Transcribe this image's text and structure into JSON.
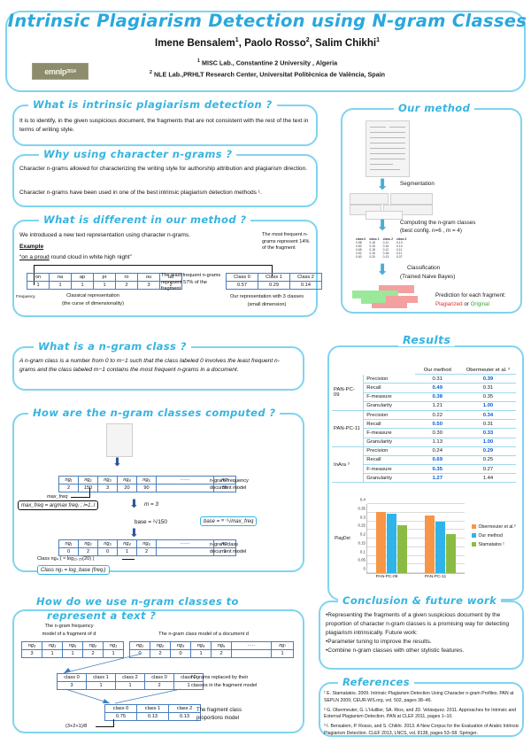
{
  "header": {
    "title": "Intrinsic Plagiarism Detection using N-gram Classes",
    "authors": "Imene Bensalem¹, Paolo Rosso², Salim Chikhi¹",
    "affiliation1": "¹ MISC Lab., Constantine 2 University , Algeria",
    "affiliation2": "² NLE Lab.,PRHLT Research Center, Universitat Politècnica de València, Spain",
    "logo_text": "emnlp",
    "logo_year": "2014"
  },
  "s1": {
    "title": "What is intrinsic plagiarism detection ?",
    "body": "It is to identify, in the given suspicious document, the fragments that are not consistent with the rest of the text in terms of writing style."
  },
  "s2": {
    "title": "Why using character n-grams ?",
    "p1": "Character n-grams allowed for characterizing the writing style for authorship attribution and plagiarism direction.",
    "p2": "Character n-grams have been used in one of the best intrinsic plagiarism detection methods ¹."
  },
  "s3": {
    "title": "What is different in our method ?",
    "intro": "We introduced a new text representation using character n-grams.",
    "example_label": "Example",
    "example_text": "“on a proud round cloud in white high night”",
    "ngram_headers": [
      "on",
      "na",
      "ap",
      "pr",
      "ro",
      "ou",
      "ud"
    ],
    "ngram_values": [
      "1",
      "1",
      "1",
      "1",
      "2",
      "3",
      "2"
    ],
    "freq_label": "Frequency",
    "classical_cap1": "Classical representation",
    "classical_cap2": "(the curse of dimensionality)",
    "least_note": "The least frequent n-grams represent 57% of the fragment",
    "most_note": "The most frequent n-grams represent 14% of the fragment",
    "class_headers": [
      "Class 0",
      "Class 1",
      "Class 2"
    ],
    "class_values": [
      "0.57",
      "0.29",
      "0.14"
    ],
    "ours_cap1": "Our representation with 3 classes",
    "ours_cap2": "(small dimension)"
  },
  "s4": {
    "title": "What is a n-gram class ?",
    "body": "A n-gram class is a number from 0 to m−1 such that the class labeled 0 involves the least frequent n-grams and the class labeled m−1 contains the most frequent n-grams in a document."
  },
  "s5": {
    "title": "How are the n-gram classes computed ?",
    "freq_headers": [
      "ng₁",
      "ng₂",
      "ng₃",
      "ng₄",
      "ng₅",
      "",
      "ng₍"
    ],
    "freq_values": [
      "2",
      "150",
      "3",
      "20",
      "90",
      "",
      "35"
    ],
    "freq_cap1": "n-gram frequency",
    "freq_cap2": "document model",
    "maxfreq_label": "max_freq",
    "formula_maxfreq": "max_freq = argmax  freq₍ ; i=1..l",
    "m_value": "m = 3",
    "base_instance": "base = ²√150",
    "base_formula": "base = ᵐ⁻¹√max_freq",
    "class_headers": [
      "ng₁",
      "ng₂",
      "ng₃",
      "ng₄",
      "ng₅",
      "",
      "ng₍"
    ],
    "class_values": [
      "0",
      "2",
      "0",
      "1",
      "2",
      "",
      "1"
    ],
    "class_cap1": "n-gram class",
    "class_cap2": "document model",
    "class_note": "Class ng₄ ( ≈ log₁₂.₂₅(20) )",
    "class_formula": "Class ng₍ = log_base (freq₍)"
  },
  "s6": {
    "title_l1": "How do we use n-gram classes to",
    "title_l2": "represent a text ?",
    "frag_cap1": "The n-gram frequency",
    "frag_cap2": "model of a fragment of d",
    "frag_headers": [
      "ng₃",
      "ng₁",
      "ng₅",
      "ng₂",
      "ng₁"
    ],
    "frag_values": [
      "3",
      "1",
      "1",
      "2",
      "1"
    ],
    "doc_cap": "The n-gram class model of a document d",
    "doc_headers": [
      "ng₁",
      "ng₂",
      "ng₃",
      "ng₄",
      "ng₅",
      "",
      "ng₍"
    ],
    "doc_values": [
      "0",
      "2",
      "0",
      "1",
      "2",
      "",
      "1"
    ],
    "repl_headers": [
      "class 0",
      "class 1",
      "class 2",
      "class 0",
      "class 0"
    ],
    "repl_values": [
      "3",
      "1",
      "1",
      "2",
      "1"
    ],
    "repl_cap1": "N-grams replaced by their",
    "repl_cap2": "classes in the fragment model",
    "prop_headers": [
      "class 0",
      "class 1",
      "class 2"
    ],
    "prop_values": [
      "0.75",
      "0.13",
      "0.13"
    ],
    "prop_cap1": "The fragment class",
    "prop_cap2": "proportions model",
    "calc_note": "(3+2+1)/8"
  },
  "method": {
    "title": "Our method",
    "step1": "Segmentation",
    "step2_l1": "Computing the n-gram classes",
    "step2_l2": "(best config. n=6 , m = 4)",
    "step3_l1": "Classification",
    "step3_l2": "(Trained Naive Bayes)",
    "step4_l1": "Prediction for each fragment:",
    "pred_plag": "Plagiarized",
    "pred_or": " or ",
    "pred_orig": "Original",
    "mini_headers": [
      "class 0",
      "class 1",
      "class 2",
      "class 3"
    ],
    "mini_rows": [
      [
        "0.58",
        "0.18",
        "0.11",
        "0.13"
      ],
      [
        "0.60",
        "0.15",
        "0.16",
        "0.14"
      ],
      [
        "0.65",
        "0.18",
        "0.12",
        "0.11"
      ],
      [
        "0.52",
        "0.16",
        "0.18",
        "0.11"
      ],
      [
        "0.60",
        "0.20",
        "0.13",
        "0.07"
      ]
    ]
  },
  "results": {
    "title": "Results",
    "columns": [
      "",
      "",
      "Our method",
      "Obermeuter et al. ²"
    ],
    "groups": [
      "PAN-PC-09",
      "PAN-PC-11",
      "InArа ³"
    ],
    "metrics": [
      "Precision",
      "Recall",
      "F-measure",
      "Granularity"
    ],
    "rows": [
      {
        "group": "PAN-PC-09",
        "metric": "Precision",
        "our": "0.31",
        "other": "0.39",
        "best": "other"
      },
      {
        "group": "PAN-PC-09",
        "metric": "Recall",
        "our": "0.49",
        "other": "0.31",
        "best": "our"
      },
      {
        "group": "PAN-PC-09",
        "metric": "F-measure",
        "our": "0.38",
        "other": "0.35",
        "best": "our"
      },
      {
        "group": "PAN-PC-09",
        "metric": "Granularity",
        "our": "1.21",
        "other": "1.00",
        "best": "other"
      },
      {
        "group": "PAN-PC-11",
        "metric": "Precision",
        "our": "0.22",
        "other": "0.34",
        "best": "other"
      },
      {
        "group": "PAN-PC-11",
        "metric": "Recall",
        "our": "0.50",
        "other": "0.31",
        "best": "our"
      },
      {
        "group": "PAN-PC-11",
        "metric": "F-measure",
        "our": "0.30",
        "other": "0.33",
        "best": "other"
      },
      {
        "group": "PAN-PC-11",
        "metric": "Granularity",
        "our": "1.13",
        "other": "1.00",
        "best": "other"
      },
      {
        "group": "InArа ³",
        "metric": "Precision",
        "our": "0.24",
        "other": "0.29",
        "best": "other"
      },
      {
        "group": "InArа ³",
        "metric": "Recall",
        "our": "0.69",
        "other": "0.25",
        "best": "our"
      },
      {
        "group": "InArа ³",
        "metric": "F-measure",
        "our": "0.35",
        "other": "0.27",
        "best": "our"
      },
      {
        "group": "InArа ³",
        "metric": "Granularity",
        "our": "1.27",
        "other": "1.44",
        "best": "our"
      }
    ]
  },
  "chart_data": {
    "type": "bar",
    "title": "",
    "categories": [
      "PAN-PC-09",
      "PAN-PC-11"
    ],
    "series": [
      {
        "name": "Obermeuter et al.²",
        "values": [
          0.355,
          0.335
        ],
        "color": "#f79646"
      },
      {
        "name": "Our method",
        "values": [
          0.345,
          0.295
        ],
        "color": "#2fb3e8"
      },
      {
        "name": "Stamatatos ¹",
        "values": [
          0.275,
          0.225
        ],
        "color": "#8bbb45"
      }
    ],
    "xlabel": "",
    "ylabel": "PlagDet",
    "ylim": [
      0,
      0.4
    ],
    "yticks": [
      "0",
      "0.05",
      "0.1",
      "0.15",
      "0.2",
      "0.25",
      "0.3",
      "0.35",
      "0.4"
    ],
    "grid": true,
    "legend": "right"
  },
  "conclusion": {
    "title": "Conclusion & future work",
    "b1": "•Representing the fragments of a given suspicious document by the proportion of character n-gram classes is a promising way for detecting plagiarism intrinsically. Future work:",
    "b2": "•Parameter tuning to improve the results.",
    "b3": "•Combine n-gram classes with other stylistic features."
  },
  "references": {
    "title": "References",
    "items": [
      "¹ E. Stamatatos.  2009. Intrinsic Plagiarism Detection Using Character n-gram Profiles. PAN at SEPLN 2009, CEUR-WS.org, vol. 502, pages 38–46.",
      "² G. Obermeuter, G. L'Huillier, SA. Rios, and JD. Velásquez. 2011. Approaches for Intrinsic and External Plagiarism Detection. PAN at CLEF 2011, pages 1–10.",
      "³ I. Bensalem, P. Rosso, and S. Chikhi. 2013. A New Corpus for the Evaluation of Arabic Intrinsic Plagiarism Detection. CLEF 2013, LNCS, vol. 8138, pages 53–58. Springer."
    ]
  },
  "colors": {
    "accent": "#36b4e0",
    "border": "#7fd4ef",
    "best": "#0a5bd3",
    "plagiarized": "#e03030",
    "original": "#3aa83a"
  }
}
